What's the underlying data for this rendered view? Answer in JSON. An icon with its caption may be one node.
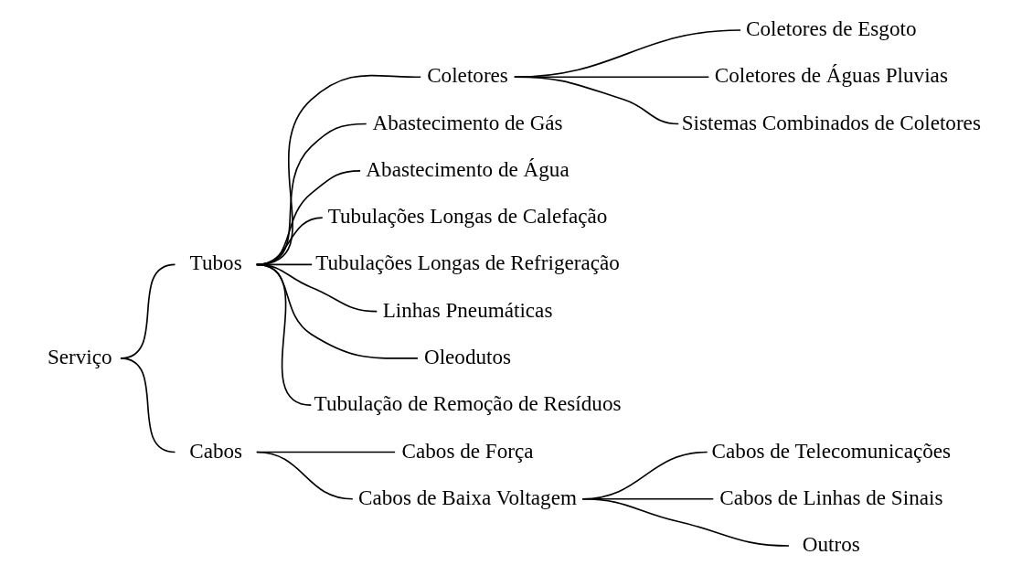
{
  "diagram": {
    "nodes": [
      {
        "text": [
          "Serviço"
        ]
      },
      {
        "text": [
          "Tubos"
        ]
      },
      {
        "text": [
          "Coletores"
        ]
      },
      {
        "text": [
          "Coletores de Esgoto"
        ]
      },
      {
        "text": [
          "Coletores de Águas Pluvias"
        ]
      },
      {
        "text": [
          "Sistemas Combinados de Coletores"
        ]
      },
      {
        "text": [
          "Abastecimento de Gás"
        ]
      },
      {
        "text": [
          "Abastecimento de Água"
        ]
      },
      {
        "text": [
          "Tubulações Longas de Calefação"
        ]
      },
      {
        "text": [
          "Tubulações Longas de Refrigeração"
        ]
      },
      {
        "text": [
          "Linhas Pneumáticas"
        ]
      },
      {
        "text": [
          "Oleodutos"
        ]
      },
      {
        "text": [
          "Tubulação de Remoção de Resíduos"
        ]
      },
      {
        "text": [
          "Cabos"
        ]
      },
      {
        "text": [
          "Cabos de Força"
        ]
      },
      {
        "text": [
          "Cabos de Baixa Voltagem"
        ]
      },
      {
        "text": [
          "Cabos de Telecomunicações"
        ]
      },
      {
        "text": [
          "Cabos de Linhas de Sinais"
        ]
      },
      {
        "text": [
          "Outros"
        ]
      }
    ],
    "edges": [
      {
        "from": 0,
        "to": 1,
        "arrow": "none"
      },
      {
        "from": 0,
        "to": 13,
        "arrow": "none"
      },
      {
        "from": 1,
        "to": 2,
        "arrow": "none"
      },
      {
        "from": 1,
        "to": 6,
        "arrow": "none"
      },
      {
        "from": 1,
        "to": 7,
        "arrow": "none"
      },
      {
        "from": 1,
        "to": 8,
        "arrow": "none"
      },
      {
        "from": 1,
        "to": 9,
        "arrow": "none"
      },
      {
        "from": 1,
        "to": 10,
        "arrow": "none"
      },
      {
        "from": 1,
        "to": 11,
        "arrow": "none"
      },
      {
        "from": 1,
        "to": 12,
        "arrow": "none"
      },
      {
        "from": 2,
        "to": 3,
        "arrow": "none"
      },
      {
        "from": 2,
        "to": 4,
        "arrow": "none"
      },
      {
        "from": 2,
        "to": 5,
        "arrow": "none"
      },
      {
        "from": 13,
        "to": 14,
        "arrow": "none"
      },
      {
        "from": 13,
        "to": 15,
        "arrow": "none"
      },
      {
        "from": 15,
        "to": 16,
        "arrow": "none"
      },
      {
        "from": 15,
        "to": 17,
        "arrow": "none"
      },
      {
        "from": 15,
        "to": 18,
        "arrow": "none"
      }
    ]
  }
}
